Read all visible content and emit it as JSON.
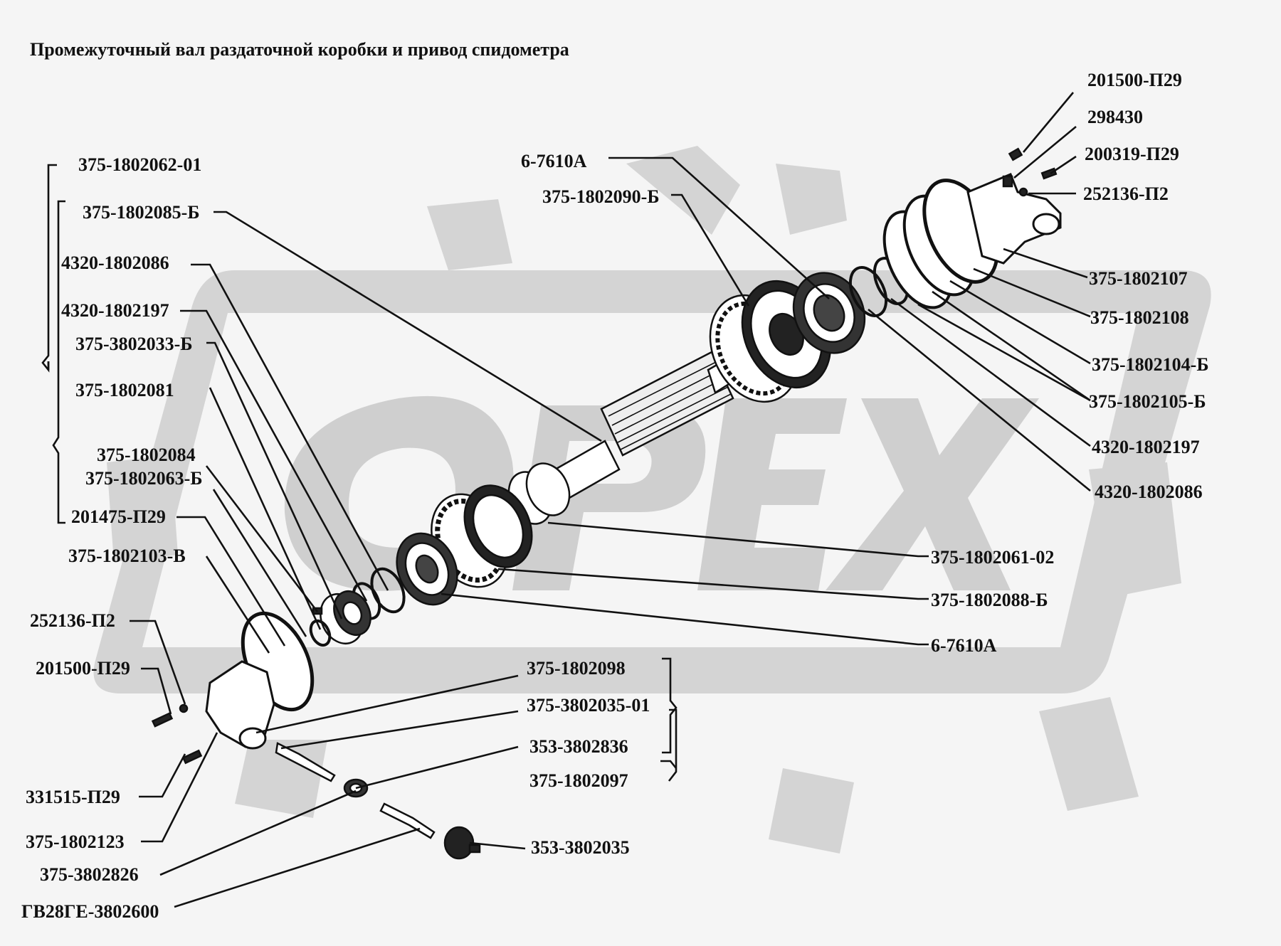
{
  "title": "Промежуточный вал раздаточной коробки и привод спидометра",
  "watermark": {
    "text": "ОРЕХ",
    "color": "#d2d2d2"
  },
  "labels": [
    {
      "id": "l1",
      "text": "201500-П29"
    },
    {
      "id": "l2",
      "text": "298430"
    },
    {
      "id": "l3",
      "text": "200319-П29"
    },
    {
      "id": "l4",
      "text": "252136-П2"
    },
    {
      "id": "l5",
      "text": "6-7610А"
    },
    {
      "id": "l6",
      "text": "375-1802090-Б"
    },
    {
      "id": "l7",
      "text": "375-1802062-01"
    },
    {
      "id": "l8",
      "text": "375-1802085-Б"
    },
    {
      "id": "l9",
      "text": "4320-1802086"
    },
    {
      "id": "l10",
      "text": "4320-1802197"
    },
    {
      "id": "l11",
      "text": "375-3802033-Б"
    },
    {
      "id": "l12",
      "text": "375-1802081"
    },
    {
      "id": "l13",
      "text": "375-1802084"
    },
    {
      "id": "l14",
      "text": "375-1802063-Б"
    },
    {
      "id": "l15",
      "text": "201475-П29"
    },
    {
      "id": "l16",
      "text": "375-1802103-В"
    },
    {
      "id": "l17",
      "text": "252136-П2"
    },
    {
      "id": "l18",
      "text": "201500-П29"
    },
    {
      "id": "l19",
      "text": "375-1802107"
    },
    {
      "id": "l20",
      "text": "375-1802108"
    },
    {
      "id": "l21",
      "text": "375-1802104-Б"
    },
    {
      "id": "l22",
      "text": "375-1802105-Б"
    },
    {
      "id": "l23",
      "text": "4320-1802197"
    },
    {
      "id": "l24",
      "text": "4320-1802086"
    },
    {
      "id": "l25",
      "text": "375-1802061-02"
    },
    {
      "id": "l26",
      "text": "375-1802088-Б"
    },
    {
      "id": "l27",
      "text": "6-7610А"
    },
    {
      "id": "l28",
      "text": "375-1802098"
    },
    {
      "id": "l29",
      "text": "375-3802035-01"
    },
    {
      "id": "l30",
      "text": "353-3802836"
    },
    {
      "id": "l31",
      "text": "375-1802097"
    },
    {
      "id": "l32",
      "text": "331515-П29"
    },
    {
      "id": "l33",
      "text": "375-1802123"
    },
    {
      "id": "l34",
      "text": "375-3802826"
    },
    {
      "id": "l35",
      "text": "353-3802035"
    },
    {
      "id": "l36",
      "text": "ГВ28ГЕ-3802600"
    }
  ]
}
